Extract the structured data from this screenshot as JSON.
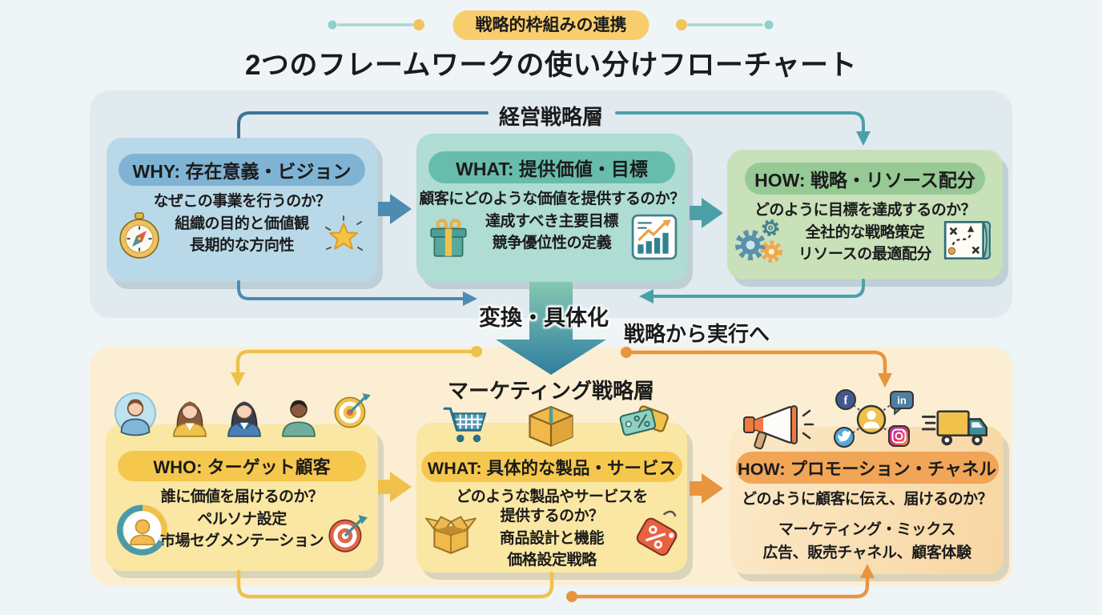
{
  "badge": {
    "label": "戦略的枠組みの連携"
  },
  "title": "2つのフレームワークの使い分けフローチャート",
  "top_section": {
    "label": "経営戦略層",
    "boxes": [
      {
        "header": "WHY: 存在意義・ビジョン",
        "question": "なぜこの事業を行うのか？",
        "detail": "組織の目的と価値観\n長期的な方向性",
        "icons": [
          "compass-icon",
          "star-icon"
        ]
      },
      {
        "header": "WHAT: 提供価値・目標",
        "question": "顧客にどのような価値を提供するのか？",
        "detail": "達成すべき主要目標\n競争優位性の定義",
        "icons": [
          "gift-icon",
          "growth-chart-icon"
        ]
      },
      {
        "header": "HOW: 戦略・リソース配分",
        "question": "どのように目標を達成するのか？",
        "detail": "全社的な戦略策定\nリソースの最適配分",
        "icons": [
          "gears-icon",
          "strategy-map-icon"
        ]
      }
    ]
  },
  "transition": {
    "transform_label": "変換・具体化",
    "execute_label": "戦略から実行へ"
  },
  "bottom_section": {
    "label": "マーケティング戦略層",
    "boxes": [
      {
        "header": "WHO: ターゲット顧客",
        "question": "誰に価値を届けるのか？",
        "detail": "ペルソナ設定\n市場セグメンテーション",
        "icons": [
          "persona-icon",
          "target-icon"
        ],
        "floating_icons": [
          "person-avatar-icon",
          "woman-avatar-icon",
          "businesswoman-avatar-icon",
          "man-avatar-icon",
          "target-avatar-icon"
        ]
      },
      {
        "header": "WHAT: 具体的な製品・サービス",
        "question": "どのような製品やサービスを\n提供するのか？",
        "detail": "商品設計と機能\n価格設定戦略",
        "icons": [
          "open-box-icon",
          "price-tag-icon"
        ],
        "floating_icons": [
          "cart-icon",
          "package-icon",
          "tags-icon"
        ]
      },
      {
        "header": "HOW: プロモーション・チャネル",
        "question": "どのように顧客に伝え、届けるのか？",
        "detail": "マーケティング・ミックス\n広告、販売チャネル、顧客体験",
        "icons": [],
        "floating_icons": [
          "megaphone-icon",
          "social-network-icon",
          "truck-icon"
        ]
      }
    ]
  },
  "colors": {
    "page-bg": "#EFF4F6",
    "badge-bg": "#F8CE6D",
    "top-layer-bg": "#E0EAEF",
    "why-box": "#B9D9E8",
    "why-pill": "#7FB3D4",
    "what-box": "#AFDCD3",
    "what-pill": "#67BCAB",
    "how-box": "#C8E1B9",
    "how-pill": "#97C995",
    "bottom-layer-bg": "#FBEED2",
    "who-box": "#F9E7A3",
    "who-pill": "#F5C74D",
    "how2-box-from": "#FBE9C8",
    "how2-box-to": "#F8D6A2",
    "how2-pill": "#F1A557",
    "connector-slate": "#3E7394",
    "connector-blue": "#4D8BB1",
    "connector-teal": "#4BA0A8",
    "connector-yellow": "#EFC14B",
    "connector-orange": "#E8953F",
    "big-arrow-from": "#86C7B2",
    "big-arrow-to": "#2E7E9E",
    "text": "#1B1B1B"
  }
}
